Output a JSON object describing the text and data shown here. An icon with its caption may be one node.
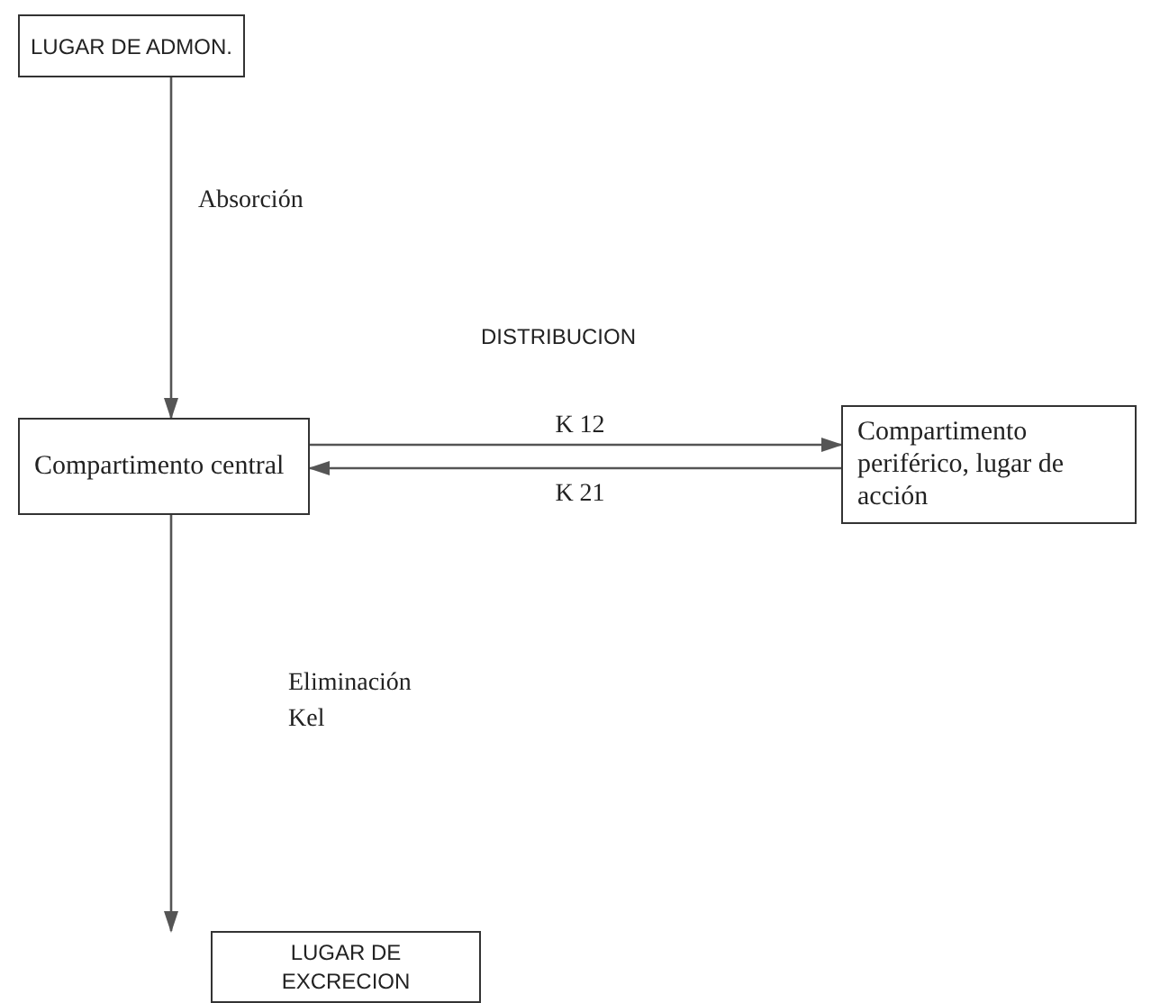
{
  "diagram": {
    "nodes": [
      {
        "text": [
          "LUGAR DE ADMON."
        ]
      },
      {
        "text": [
          "Compartimento central"
        ]
      },
      {
        "text": [
          "Compartimento periférico, lugar de acción"
        ]
      },
      {
        "text": [
          "LUGAR DE EXCRECION"
        ]
      }
    ],
    "edges": [
      {
        "from": 0,
        "to": 1,
        "arrow": "to",
        "label": "Absorción"
      },
      {
        "from": 1,
        "to": 2,
        "arrow": "to",
        "label": "K 12"
      },
      {
        "from": 2,
        "to": 1,
        "arrow": "to",
        "label": "K 21"
      },
      {
        "from": 1,
        "to": 3,
        "arrow": "to",
        "label": "Eliminación Kel"
      }
    ],
    "labels": [
      "DISTRIBUCION"
    ]
  }
}
